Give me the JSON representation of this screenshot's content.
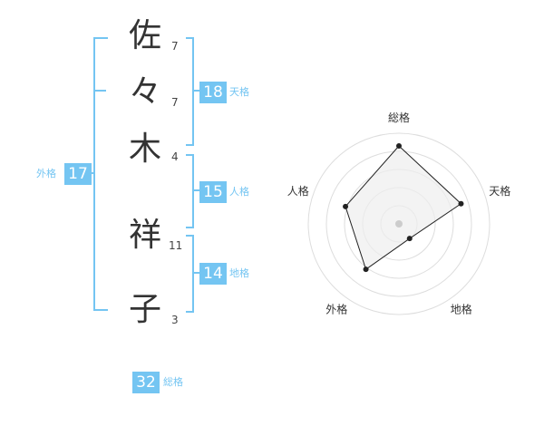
{
  "name": {
    "chars": [
      {
        "char": "佐",
        "strokes": "7"
      },
      {
        "char": "々",
        "strokes": "7"
      },
      {
        "char": "木",
        "strokes": "4"
      },
      {
        "char": "祥",
        "strokes": "11"
      },
      {
        "char": "子",
        "strokes": "3"
      }
    ]
  },
  "fortune": {
    "tenkaku": {
      "value": "18",
      "label": "天格"
    },
    "jinkaku": {
      "value": "15",
      "label": "人格"
    },
    "chikaku": {
      "value": "14",
      "label": "地格"
    },
    "gaikaku": {
      "value": "17",
      "label": "外格"
    },
    "soukaku": {
      "value": "32",
      "label": "総格"
    }
  },
  "chart_data": {
    "type": "radar",
    "axes": [
      "総格",
      "天格",
      "地格",
      "外格",
      "人格"
    ],
    "values": [
      4.3,
      3.6,
      1.0,
      3.1,
      3.1
    ],
    "max": 5,
    "grid": true,
    "rings": 5,
    "colors": {
      "fill": "#eeeeee",
      "line": "#222222",
      "grid": "#dddddd",
      "center": "#cccccc"
    }
  }
}
